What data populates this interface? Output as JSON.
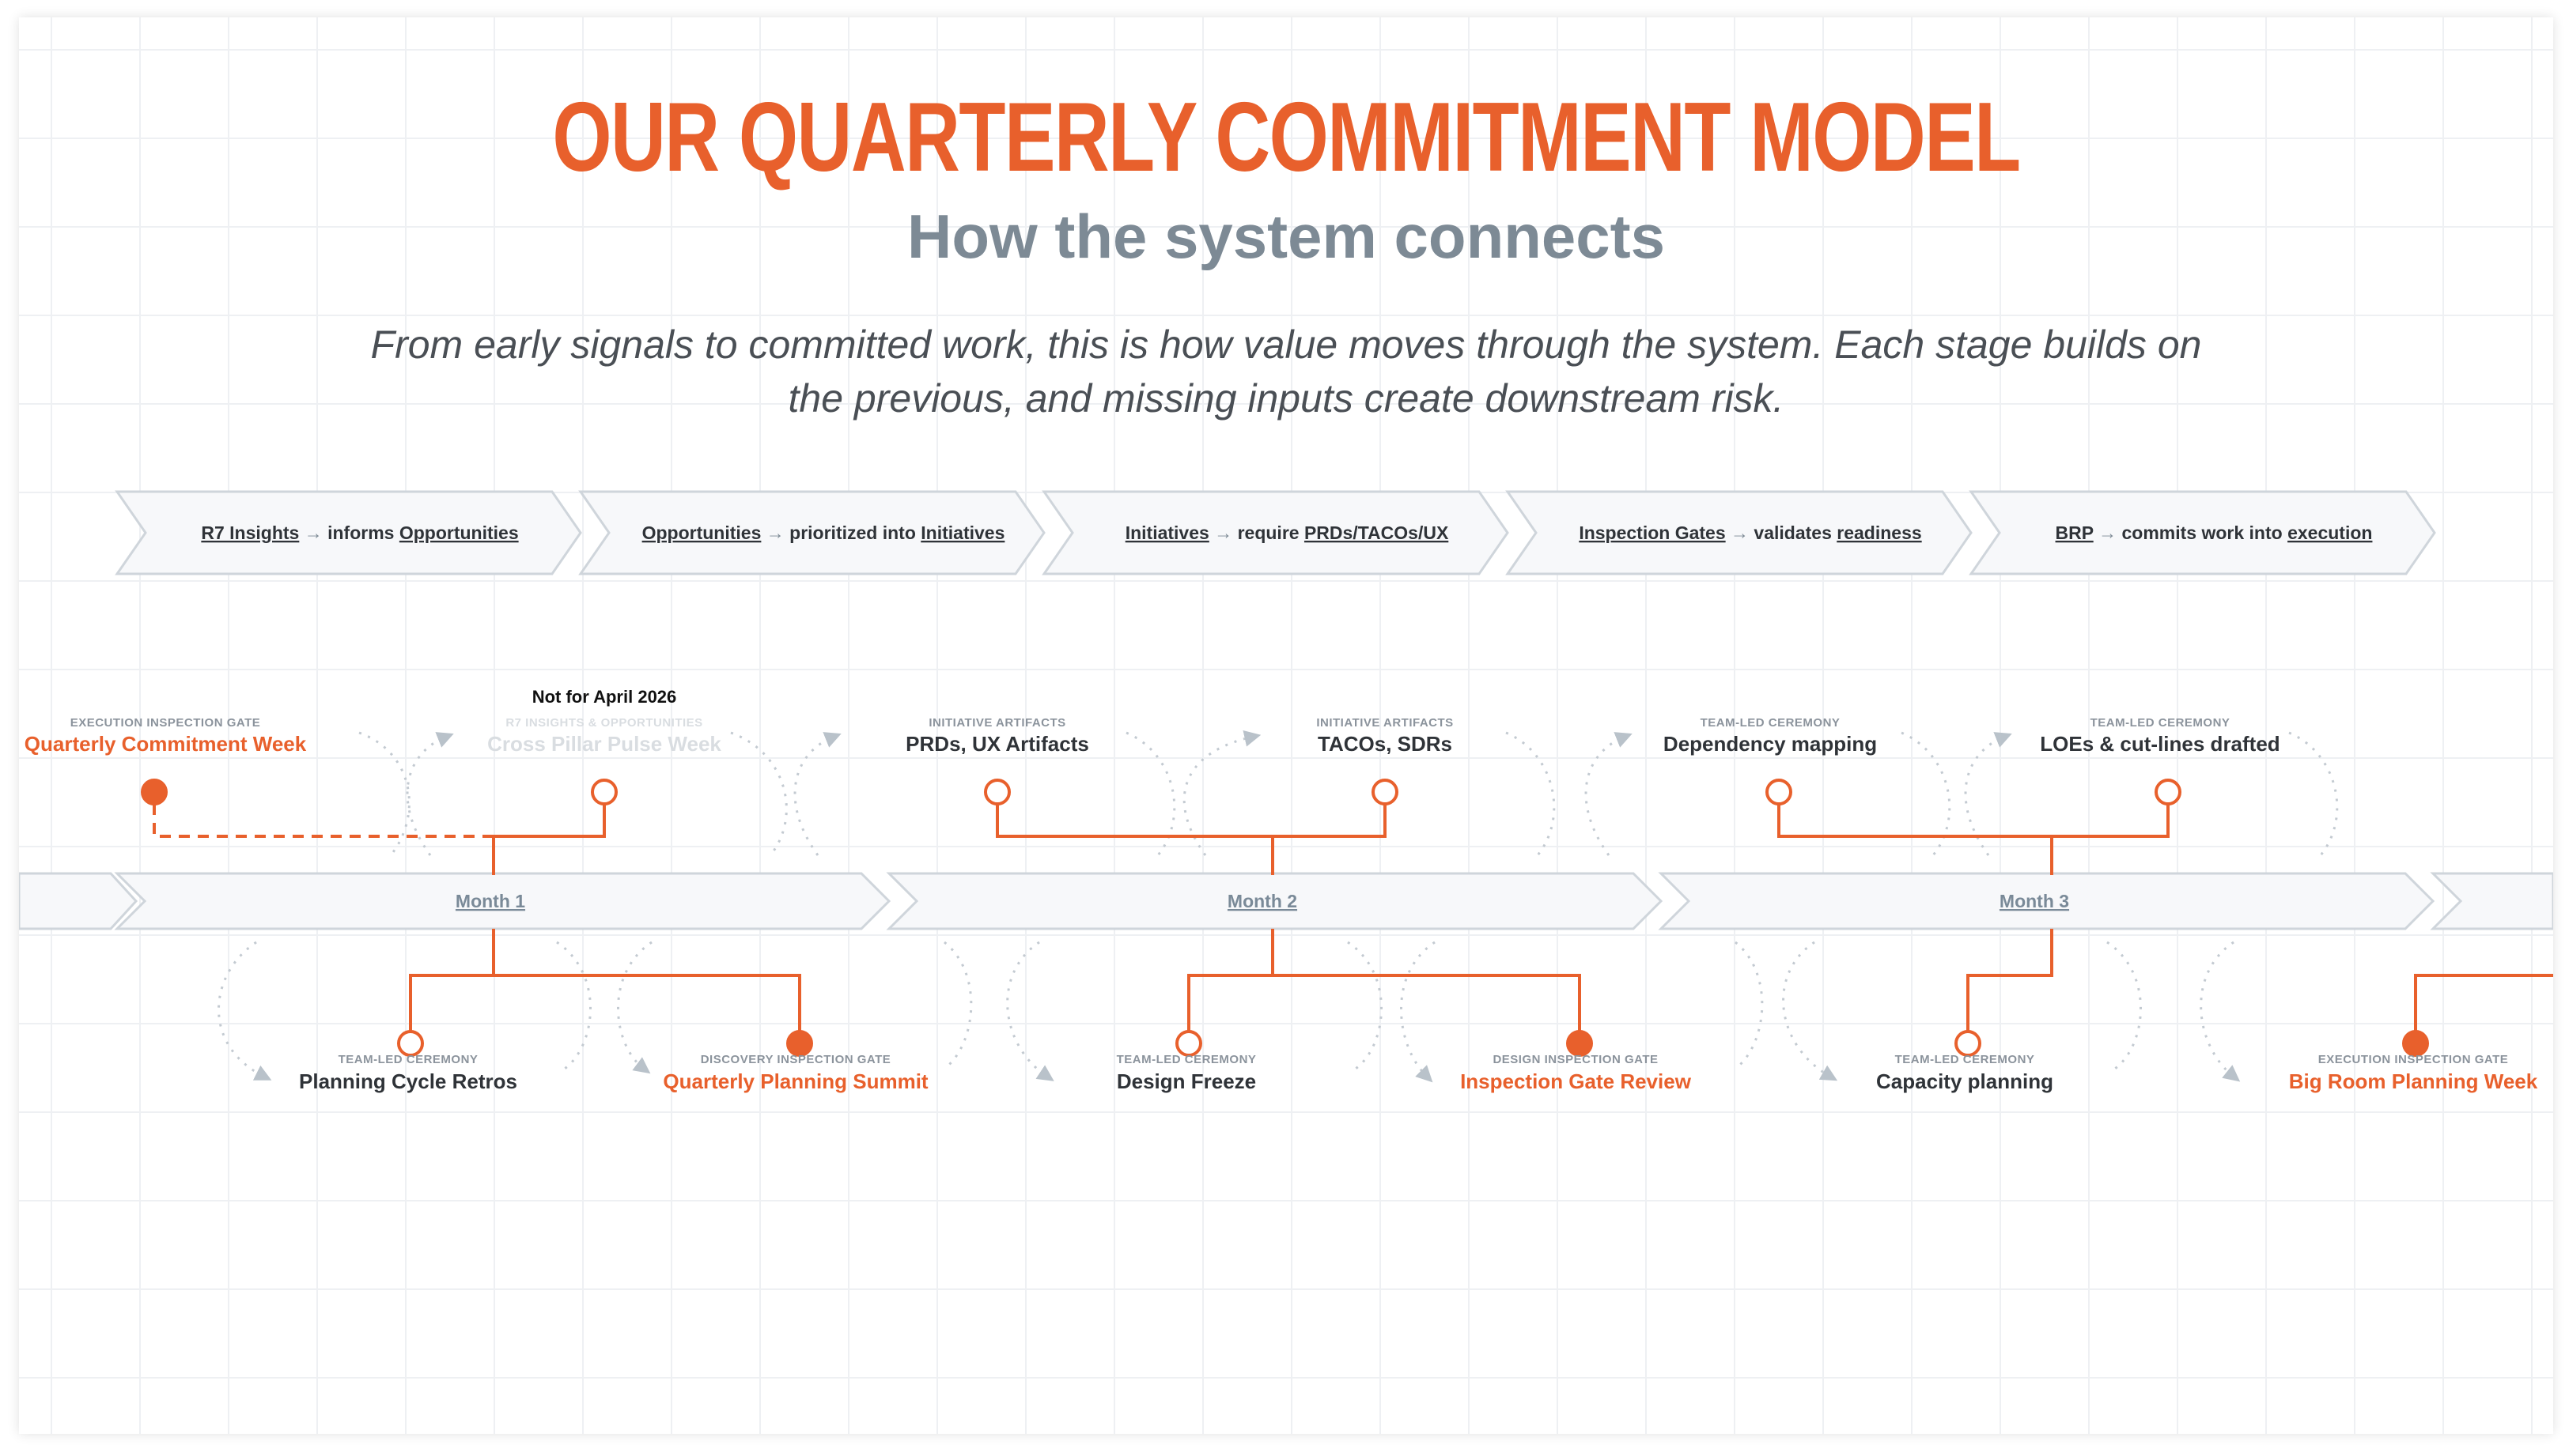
{
  "header": {
    "title": "OUR QUARTERLY COMMITMENT MODEL",
    "subtitle": "How the system connects",
    "intro_line1": "From early signals to committed work, this is how value moves through the system. Each stage builds on",
    "intro_line2": "the previous, and missing inputs create downstream risk."
  },
  "flow": [
    {
      "a": "R7 Insights",
      "mid": "informs",
      "b": "Opportunities"
    },
    {
      "a": "Opportunities",
      "mid": "prioritized into",
      "b": "Initiatives"
    },
    {
      "a": "Initiatives",
      "mid": "require",
      "b": "PRDs/TACOs/UX"
    },
    {
      "a": "Inspection Gates",
      "mid": "validates",
      "b": "readiness"
    },
    {
      "a": "BRP",
      "mid": "commits work into",
      "b": "execution"
    }
  ],
  "months": [
    "Month 1",
    "Month 2",
    "Month 3"
  ],
  "note": "Not for April 2026",
  "top_events": [
    {
      "category": "EXECUTION INSPECTION GATE",
      "name": "Quarterly Commitment Week",
      "gate": true,
      "faded": false
    },
    {
      "category": "R7 INSIGHTS & OPPORTUNITIES",
      "name": "Cross Pillar Pulse Week",
      "gate": false,
      "faded": true
    },
    {
      "category": "INITIATIVE ARTIFACTS",
      "name": "PRDs, UX Artifacts",
      "gate": false,
      "faded": false
    },
    {
      "category": "INITIATIVE ARTIFACTS",
      "name": "TACOs, SDRs",
      "gate": false,
      "faded": false
    },
    {
      "category": "TEAM-LED CEREMONY",
      "name": "Dependency mapping",
      "gate": false,
      "faded": false
    },
    {
      "category": "TEAM-LED CEREMONY",
      "name": "LOEs & cut-lines drafted",
      "gate": false,
      "faded": false
    }
  ],
  "bottom_events": [
    {
      "category": "TEAM-LED CEREMONY",
      "name": "Planning Cycle Retros",
      "gate": false
    },
    {
      "category": "DISCOVERY INSPECTION GATE",
      "name": "Quarterly Planning Summit",
      "gate": true
    },
    {
      "category": "TEAM-LED CEREMONY",
      "name": "Design Freeze",
      "gate": false
    },
    {
      "category": "DESIGN INSPECTION GATE",
      "name": "Inspection Gate Review",
      "gate": true
    },
    {
      "category": "TEAM-LED CEREMONY",
      "name": "Capacity planning",
      "gate": false
    },
    {
      "category": "EXECUTION INSPECTION GATE",
      "name": "Big Room Planning Week",
      "gate": true
    }
  ],
  "colors": {
    "accent": "#e8602c",
    "slate": "#7d8a95",
    "chevron_stroke": "#cfd5db",
    "chevron_fill": "#f7f8fa",
    "text": "#2f3338"
  }
}
